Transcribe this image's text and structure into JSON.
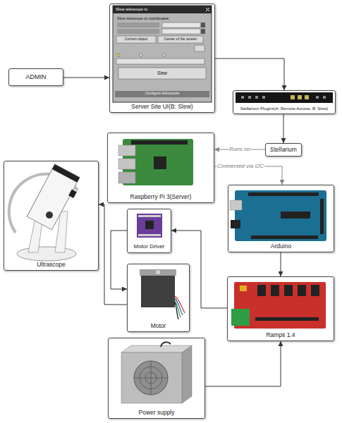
{
  "diagram": {
    "nodes": [
      {
        "text": [
          "ADMIN"
        ]
      },
      {
        "text": [
          "Server Site UI(B: Slew)"
        ]
      },
      {
        "text": [
          "Stellarium Plugins(A: Remote Access, B: Slew)"
        ]
      },
      {
        "text": [
          "Stellarium"
        ]
      },
      {
        "text": [
          "Raspberry Pi 3(Server)"
        ]
      },
      {
        "text": [
          "Arduino"
        ]
      },
      {
        "text": [
          "Ultrascope"
        ]
      },
      {
        "text": [
          "Motor Driver"
        ]
      },
      {
        "text": [
          "Motor"
        ]
      },
      {
        "text": [
          "Ramps 1.4"
        ]
      },
      {
        "text": [
          "Power supply"
        ]
      }
    ],
    "edges": [
      {
        "from": 0,
        "to": 1,
        "arrow": "to"
      },
      {
        "from": 1,
        "to": 2,
        "arrow": "to"
      },
      {
        "from": 2,
        "to": 3,
        "arrow": "to"
      },
      {
        "from": 3,
        "to": 4,
        "label": "Runs on",
        "arrow": "to"
      },
      {
        "from": 4,
        "to": 5,
        "label": "Connected via I2C",
        "arrow": "to"
      },
      {
        "from": 5,
        "to": 9,
        "arrow": "to"
      },
      {
        "from": 9,
        "to": 7,
        "arrow": "to"
      },
      {
        "from": 7,
        "to": 8,
        "arrow": "to"
      },
      {
        "from": 8,
        "to": 6,
        "arrow": "to"
      },
      {
        "from": 10,
        "to": 9,
        "arrow": "to"
      }
    ],
    "labels": [
      "Slew telescope to",
      "Slew telescope to coordinates:",
      "Current object",
      "Center of the screen",
      "Slew",
      "Configure telescopes"
    ]
  }
}
